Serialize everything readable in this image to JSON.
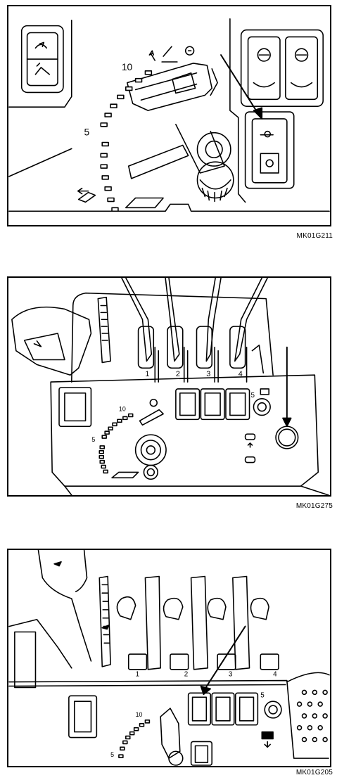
{
  "figures": [
    {
      "caption": "MK01G211",
      "labels": {
        "high": "10",
        "mid": "5"
      }
    },
    {
      "caption": "MK01G275",
      "labels": {
        "high": "10",
        "mid": "5",
        "lever_1": "1",
        "lever_2": "2",
        "lever_3": "3",
        "lever_4": "4",
        "dial": "5"
      }
    },
    {
      "caption": "MK01G205",
      "labels": {
        "high": "10",
        "mid": "5",
        "lever_1": "1",
        "lever_2": "2",
        "lever_3": "3",
        "lever_4": "4",
        "dial": "5"
      }
    }
  ]
}
